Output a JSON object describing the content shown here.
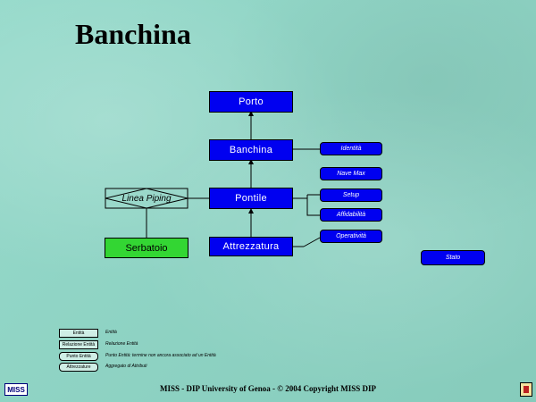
{
  "title": "Banchina",
  "diagram": {
    "entities": {
      "porto": "Porto",
      "banchina": "Banchina",
      "pontile": "Pontile",
      "attrezzatura": "Attrezzatura",
      "serbatoio": "Serbatoio"
    },
    "relationship": "Linea Piping",
    "attributes": [
      "Identità",
      "Nave Max",
      "Setup",
      "Affidabilità",
      "Operatività"
    ],
    "extra_attribute": "Stato"
  },
  "legend": [
    {
      "symbol": "Entità",
      "description": "Entità"
    },
    {
      "symbol": "Relazione Entità",
      "description": "Relazione Entità"
    },
    {
      "symbol": "Punto Entità",
      "description": "Punto Entità: termine non ancora associato ad un Entità"
    },
    {
      "symbol": "Attrezzature",
      "description": "Aggregato di Attributi"
    }
  ],
  "footer": "MISS - DIP University of Genoa  -  © 2004 Copyright MISS DIP",
  "logo_text": "MISS"
}
